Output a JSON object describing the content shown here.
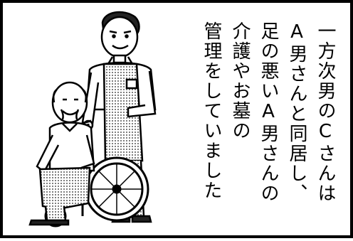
{
  "panel": {
    "text_lines": [
      "一方次男のCさんは",
      "A男さんと同居し、",
      "足の悪いA男さんの",
      "介護やお墓の",
      "管理をしていました"
    ],
    "colors": {
      "ink": "#000000",
      "paper": "#ffffff",
      "halftone": "#7a7a7a"
    }
  }
}
